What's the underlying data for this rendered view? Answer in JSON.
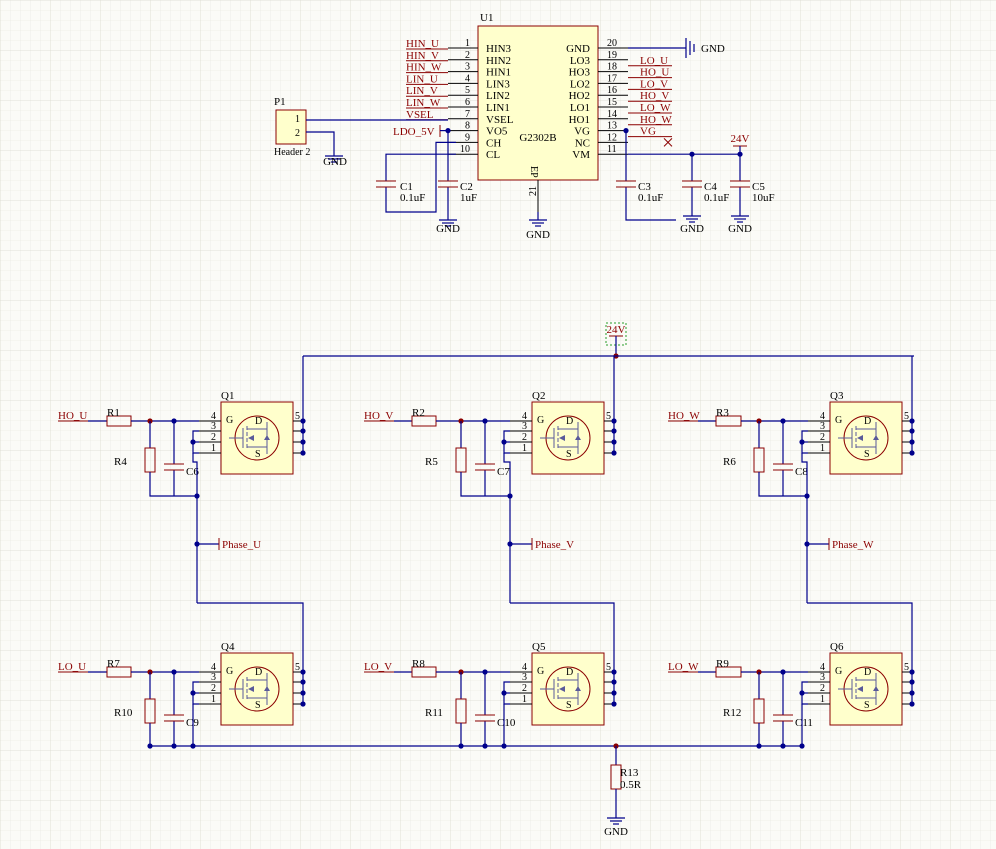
{
  "u1": {
    "ref": "U1",
    "part": "G2302B",
    "ep": "EP",
    "left_pins": [
      {
        "num": "1",
        "name": "HIN3",
        "net": "HIN_U"
      },
      {
        "num": "2",
        "name": "HIN2",
        "net": "HIN_V"
      },
      {
        "num": "3",
        "name": "HIN1",
        "net": "HIN_W"
      },
      {
        "num": "4",
        "name": "LIN3",
        "net": "LIN_U"
      },
      {
        "num": "5",
        "name": "LIN2",
        "net": "LIN_V"
      },
      {
        "num": "6",
        "name": "LIN1",
        "net": "LIN_W"
      },
      {
        "num": "7",
        "name": "VSEL",
        "net": "VSEL"
      },
      {
        "num": "8",
        "name": "VO5",
        "net": ""
      },
      {
        "num": "9",
        "name": "CH",
        "net": ""
      },
      {
        "num": "10",
        "name": "CL",
        "net": ""
      }
    ],
    "right_pins": [
      {
        "num": "20",
        "name": "GND",
        "net": ""
      },
      {
        "num": "19",
        "name": "LO3",
        "net": "LO_U"
      },
      {
        "num": "18",
        "name": "HO3",
        "net": "HO_U"
      },
      {
        "num": "17",
        "name": "LO2",
        "net": "LO_V"
      },
      {
        "num": "16",
        "name": "HO2",
        "net": "HO_V"
      },
      {
        "num": "15",
        "name": "LO1",
        "net": "LO_W"
      },
      {
        "num": "14",
        "name": "HO1",
        "net": "HO_W"
      },
      {
        "num": "13",
        "name": "VG",
        "net": "VG"
      },
      {
        "num": "12",
        "name": "NC",
        "net": ""
      },
      {
        "num": "11",
        "name": "VM",
        "net": ""
      }
    ],
    "ep_pin": "21"
  },
  "p1": {
    "ref": "P1",
    "part": "Header 2",
    "pin1": "1",
    "pin2": "2"
  },
  "nets": {
    "gnd": "GND",
    "ldo": "LDO_5V",
    "v24": "24V",
    "phase_u": "Phase_U",
    "phase_v": "Phase_V",
    "phase_w": "Phase_W"
  },
  "caps_top": [
    {
      "ref": "C1",
      "value": "0.1uF"
    },
    {
      "ref": "C2",
      "value": "1uF"
    },
    {
      "ref": "C3",
      "value": "0.1uF"
    },
    {
      "ref": "C4",
      "value": "0.1uF"
    },
    {
      "ref": "C5",
      "value": "10uF"
    }
  ],
  "mosfet_pins": {
    "gate": "4",
    "s1": "3",
    "s2": "2",
    "s3": "1",
    "drain": "5",
    "g": "G",
    "d": "D",
    "s": "S"
  },
  "phases": [
    {
      "q_high": "Q1",
      "q_low": "Q4",
      "r_hin": "R1",
      "r_hpd": "R4",
      "c_h": "C6",
      "r_lin": "R7",
      "r_lpd": "R10",
      "c_l": "C9",
      "ho": "HO_U",
      "lo": "LO_U",
      "phase": "Phase_U"
    },
    {
      "q_high": "Q2",
      "q_low": "Q5",
      "r_hin": "R2",
      "r_hpd": "R5",
      "c_h": "C7",
      "r_lin": "R8",
      "r_lpd": "R11",
      "c_l": "C10",
      "ho": "HO_V",
      "lo": "LO_V",
      "phase": "Phase_V"
    },
    {
      "q_high": "Q3",
      "q_low": "Q6",
      "r_hin": "R3",
      "r_hpd": "R6",
      "c_h": "C8",
      "r_lin": "R9",
      "r_lpd": "R12",
      "c_l": "C11",
      "ho": "HO_W",
      "lo": "LO_W",
      "phase": "Phase_W"
    }
  ],
  "shunt": {
    "ref": "R13",
    "value": "0.5R"
  }
}
